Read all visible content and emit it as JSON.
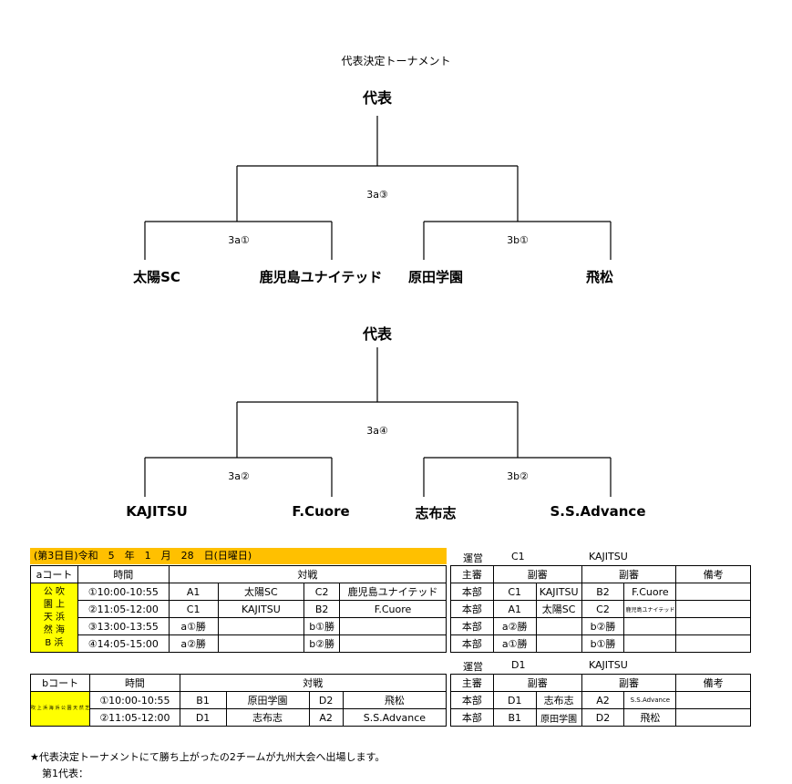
{
  "title": "代表決定トーナメント",
  "bracket1": {
    "rep": "代表",
    "final": "3a③",
    "left_match": "3a①",
    "right_match": "3b①",
    "teams": [
      "太陽SC",
      "鹿児島ユナイテッド",
      "原田学園",
      "飛松"
    ]
  },
  "bracket2": {
    "rep": "代表",
    "final": "3a④",
    "left_match": "3a②",
    "right_match": "3b②",
    "teams": [
      "KAJITSU",
      "F.Cuore",
      "志布志",
      "S.S.Advance"
    ]
  },
  "schedule": {
    "banner": "(第3日目)令和　5　年　1　月　28　日(日曜日)",
    "a_unei": {
      "label": "運営",
      "court": "C1",
      "team": "KAJITSU"
    },
    "b_unei": {
      "label": "運営",
      "court": "D1",
      "team": "KAJITSU"
    },
    "a_header": [
      "aコート",
      "時間",
      "対戦",
      "主審",
      "副審",
      "副審",
      "備考"
    ],
    "b_header": [
      "bコート",
      "時間",
      "対戦",
      "主審",
      "副審",
      "副審",
      "備考"
    ],
    "a_venue": "公吹 園上 天浜 然海 B浜",
    "b_venue": "吹 上 浜 海 浜 公 園 天 然 芝",
    "a_rows": [
      [
        "①10:00-10:55",
        "A1",
        "太陽SC",
        "C2",
        "鹿児島ユナイテッド",
        "本部",
        "C1",
        "KAJITSU",
        "B2",
        "F.Cuore"
      ],
      [
        "②11:05-12:00",
        "C1",
        "KAJITSU",
        "B2",
        "F.Cuore",
        "本部",
        "A1",
        "太陽SC",
        "C2",
        "鹿児島ユナイテッド"
      ],
      [
        "③13:00-13:55",
        "a①勝",
        "",
        "b①勝",
        "",
        "本部",
        "a②勝",
        "",
        "b②勝",
        ""
      ],
      [
        "④14:05-15:00",
        "a②勝",
        "",
        "b②勝",
        "",
        "本部",
        "a①勝",
        "",
        "b①勝",
        ""
      ]
    ],
    "b_rows": [
      [
        "①10:00-10:55",
        "B1",
        "原田学園",
        "D2",
        "飛松",
        "本部",
        "D1",
        "志布志",
        "A2",
        "S.S.Advance"
      ],
      [
        "②11:05-12:00",
        "D1",
        "志布志",
        "A2",
        "S.S.Advance",
        "本部",
        "B1",
        "原田学園",
        "D2",
        "飛松"
      ]
    ]
  },
  "notes": {
    "line1": "★代表決定トーナメントにて勝ち上がったの2チームが九州大会へ出場します。",
    "line2": "第1代表："
  }
}
